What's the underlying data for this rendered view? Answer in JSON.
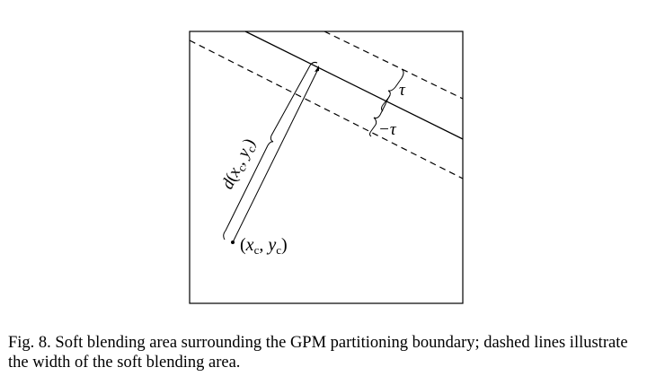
{
  "figure": {
    "labels": {
      "tau_upper": "τ",
      "tau_lower": "−τ",
      "distance": "d(xᴄ, yᴄ)",
      "center_point": "(xᴄ, yᴄ)"
    },
    "distance_parts": {
      "func": "d",
      "open": "(",
      "x": "x",
      "sub1": "c",
      "comma": ", ",
      "y": "y",
      "sub2": "c",
      "close": ")"
    },
    "point_parts": {
      "open": "(",
      "x": "x",
      "sub1": "c",
      "comma": ", ",
      "y": "y",
      "sub2": "c",
      "close": ")"
    },
    "tau_upper": "τ",
    "tau_lower": "−τ"
  },
  "caption": {
    "text": "Fig. 8.  Soft blending area surrounding the GPM partitioning boundary; dashed lines illustrate the width of the soft blending area."
  }
}
